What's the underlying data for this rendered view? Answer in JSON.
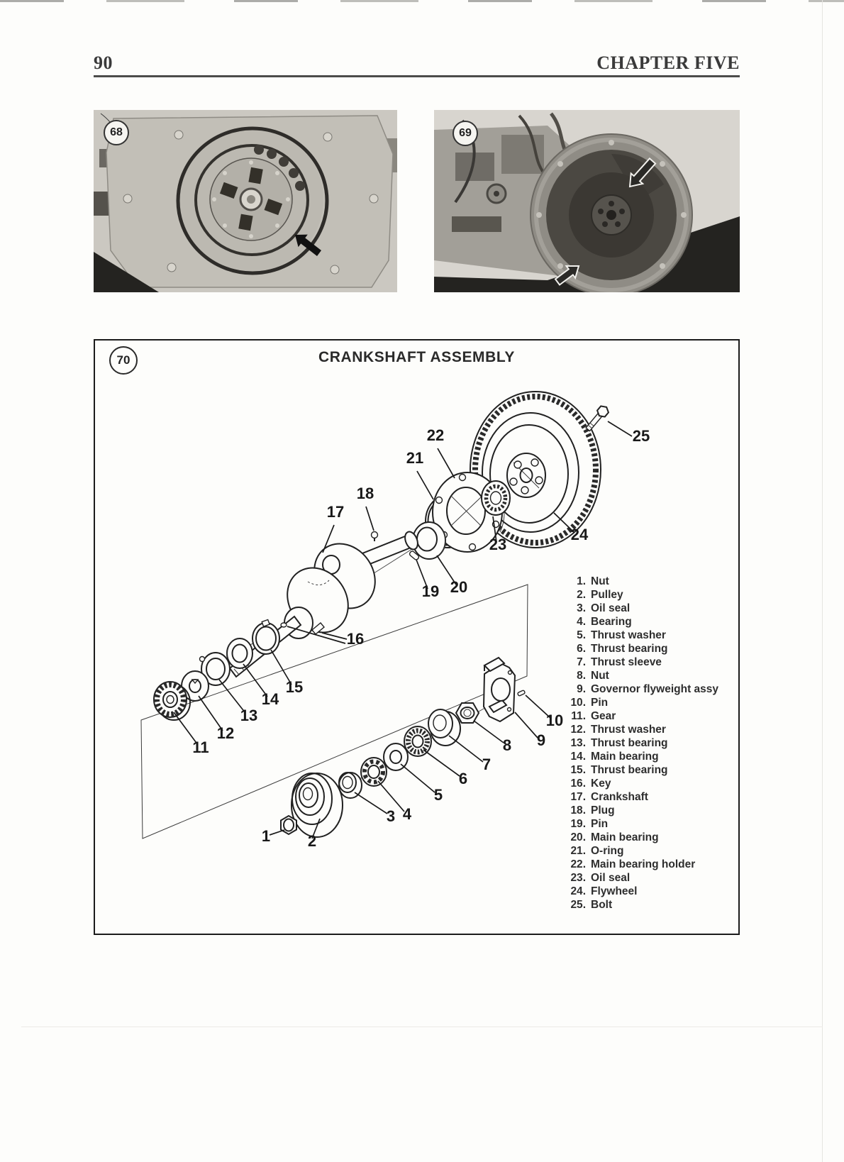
{
  "colors": {
    "ink": "#1c1c1c",
    "paper": "#fdfdfb",
    "photo_light": "#cbc8c1",
    "photo_dark": "#242320"
  },
  "header": {
    "page_number": "90",
    "chapter_title": "CHAPTER FIVE"
  },
  "photos": [
    {
      "label": "68"
    },
    {
      "label": "69"
    }
  ],
  "figure": {
    "label": "70",
    "title": "CRANKSHAFT ASSEMBLY",
    "parts": [
      {
        "num": "1",
        "name": "Nut"
      },
      {
        "num": "2",
        "name": "Pulley"
      },
      {
        "num": "3",
        "name": "Oil seal"
      },
      {
        "num": "4",
        "name": "Bearing"
      },
      {
        "num": "5",
        "name": "Thrust washer"
      },
      {
        "num": "6",
        "name": "Thrust bearing"
      },
      {
        "num": "7",
        "name": "Thrust sleeve"
      },
      {
        "num": "8",
        "name": "Nut"
      },
      {
        "num": "9",
        "name": "Governor flyweight assy"
      },
      {
        "num": "10",
        "name": "Pin"
      },
      {
        "num": "11",
        "name": "Gear"
      },
      {
        "num": "12",
        "name": "Thrust washer"
      },
      {
        "num": "13",
        "name": "Thrust bearing"
      },
      {
        "num": "14",
        "name": "Main bearing"
      },
      {
        "num": "15",
        "name": "Thrust bearing"
      },
      {
        "num": "16",
        "name": "Key"
      },
      {
        "num": "17",
        "name": "Crankshaft"
      },
      {
        "num": "18",
        "name": "Plug"
      },
      {
        "num": "19",
        "name": "Pin"
      },
      {
        "num": "20",
        "name": "Main bearing"
      },
      {
        "num": "21",
        "name": "O-ring"
      },
      {
        "num": "22",
        "name": "Main bearing holder"
      },
      {
        "num": "23",
        "name": "Oil seal"
      },
      {
        "num": "24",
        "name": "Flywheel"
      },
      {
        "num": "25",
        "name": "Bolt"
      }
    ]
  }
}
